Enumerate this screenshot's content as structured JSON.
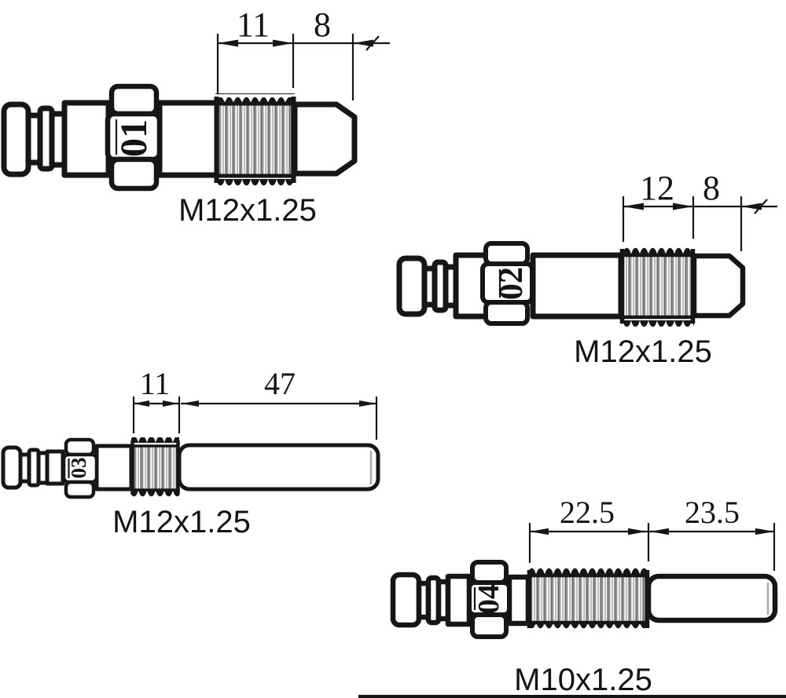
{
  "colors": {
    "line": "#161616",
    "background": "#ffffff",
    "thread_gray": "#8d8d8d"
  },
  "parts": [
    {
      "number": "01",
      "thread_spec": "M12x1.25",
      "dim_left": "11",
      "dim_right": "8"
    },
    {
      "number": "02",
      "thread_spec": "M12x1.25",
      "dim_left": "12",
      "dim_right": "8"
    },
    {
      "number": "03",
      "thread_spec": "M12x1.25",
      "dim_left": "11",
      "dim_right": "47"
    },
    {
      "number": "04",
      "thread_spec": "M10x1.25",
      "dim_left": "22.5",
      "dim_right": "23.5"
    }
  ]
}
